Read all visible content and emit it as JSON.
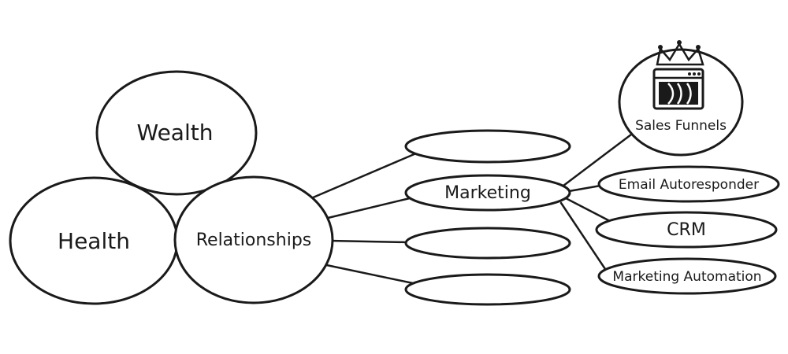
{
  "diagram": {
    "circles": {
      "wealth": "Wealth",
      "health": "Health",
      "relationships": "Relationships"
    },
    "branches": {
      "top_blank": "",
      "marketing": "Marketing",
      "third_blank": "",
      "bottom_blank": ""
    },
    "marketing_children": {
      "sales_funnels": "Sales Funnels",
      "email_autoresponder": "Email Autoresponder",
      "crm": "CRM",
      "marketing_automation": "Marketing Automation"
    },
    "icons": {
      "crown": "crown-icon",
      "browser_funnel": "browser-window-funnel-icon"
    },
    "colors": {
      "ink": "#1a1a1a",
      "background": "#ffffff"
    }
  }
}
